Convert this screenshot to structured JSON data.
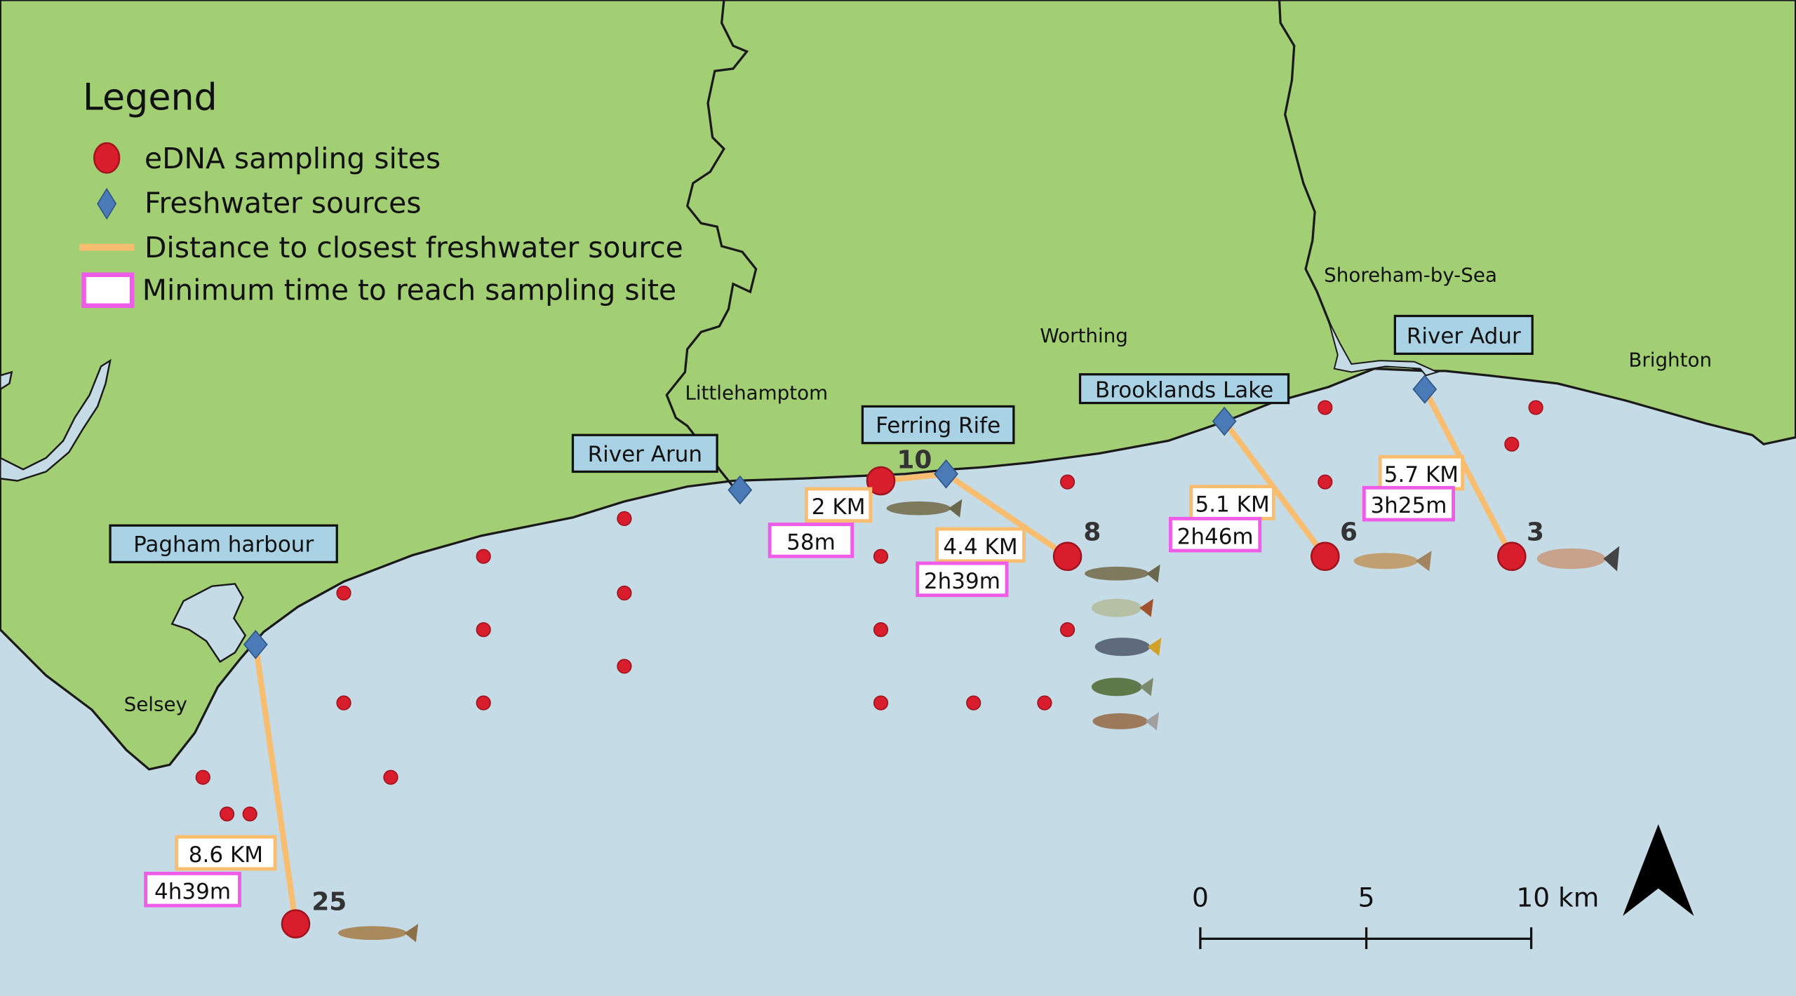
{
  "legend": {
    "title": "Legend",
    "items": [
      {
        "label": "eDNA sampling sites",
        "icon": "red-circle"
      },
      {
        "label": "Freshwater sources",
        "icon": "blue-diamond"
      },
      {
        "label": "Distance to closest freshwater source",
        "icon": "orange-line"
      },
      {
        "label": "Minimum time to reach sampling site",
        "icon": "magenta-box"
      }
    ]
  },
  "places": {
    "littlehampton": "Littlehamptom",
    "worthing": "Worthing",
    "shoreham": "Shoreham-by-Sea",
    "brighton": "Brighton",
    "selsey": "Selsey"
  },
  "sources": {
    "pagham": "Pagham harbour",
    "arun": "River Arun",
    "ferring": "Ferring Rife",
    "brooklands": "Brooklands Lake",
    "adur": "River Adur"
  },
  "sites": [
    {
      "number": "25",
      "distance": "8.6 KM",
      "time": "4h39m"
    },
    {
      "number": "10",
      "distance": "2 KM",
      "time": "58m"
    },
    {
      "number": "8",
      "distance": "4.4 KM",
      "time": "2h39m"
    },
    {
      "number": "6",
      "distance": "5.1 KM",
      "time": "2h46m"
    },
    {
      "number": "3",
      "distance": "5.7 KM",
      "time": "3h25m"
    }
  ],
  "scale_bar": {
    "labels": [
      "0",
      "5",
      "10 km"
    ]
  },
  "colors": {
    "land": "#a2cf74",
    "sea": "#c5dbe6",
    "site": "#d81e2c",
    "source": "#4a7bb7",
    "distance": "#f9bd6f",
    "time": "#ee5ce8",
    "label_box": "#a9d2e4"
  }
}
